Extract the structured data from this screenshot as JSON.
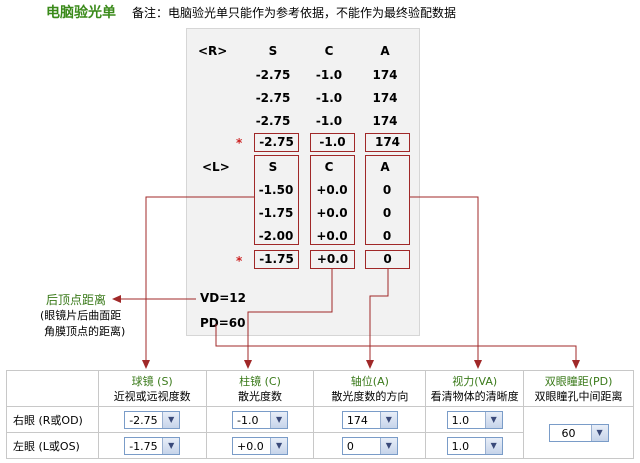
{
  "page": {
    "title": "电脑验光单",
    "note": "备注：电脑验光单只能作为参考依据，不能作为最终验配数据"
  },
  "slip": {
    "right_label": "<R>",
    "left_label": "<L>",
    "col_s": "S",
    "col_c": "C",
    "col_a": "A",
    "right_rows": [
      [
        "-2.75",
        "-1.0",
        "174"
      ],
      [
        "-2.75",
        "-1.0",
        "174"
      ],
      [
        "-2.75",
        "-1.0",
        "174"
      ]
    ],
    "right_final": [
      "-2.75",
      "-1.0",
      "174"
    ],
    "left_rows": [
      [
        "-1.50",
        "+0.0",
        "0"
      ],
      [
        "-1.75",
        "+0.0",
        "0"
      ],
      [
        "-2.00",
        "+0.0",
        "0"
      ]
    ],
    "left_final": [
      "-1.75",
      "+0.0",
      "0"
    ],
    "star": "*",
    "vd": "VD=12",
    "pd": "PD=60"
  },
  "annotation": {
    "label": "后顶点距离",
    "sub1": "(眼镜片后曲面距",
    "sub2": "角膜顶点的距离)"
  },
  "form": {
    "headers": [
      {
        "title": "球镜 (S)",
        "desc": "近视或远视度数"
      },
      {
        "title": "柱镜 (C)",
        "desc": "散光度数"
      },
      {
        "title": "轴位(A)",
        "desc": "散光度数的方向"
      },
      {
        "title": "视力(VA)",
        "desc": "看清物体的清晰度"
      },
      {
        "title": "双眼瞳距(PD)",
        "desc": "双眼瞳孔中间距离"
      }
    ],
    "right_eye": {
      "label": "右眼 (R或OD)",
      "values": [
        "-2.75",
        "-1.0",
        "174",
        "1.0"
      ]
    },
    "left_eye": {
      "label": "左眼 (L或OS)",
      "values": [
        "-1.75",
        "+0.0",
        "0",
        "1.0"
      ]
    },
    "pd_value": "60"
  },
  "colors": {
    "accent": "#a02828",
    "header_green": "#3a7a1a"
  }
}
